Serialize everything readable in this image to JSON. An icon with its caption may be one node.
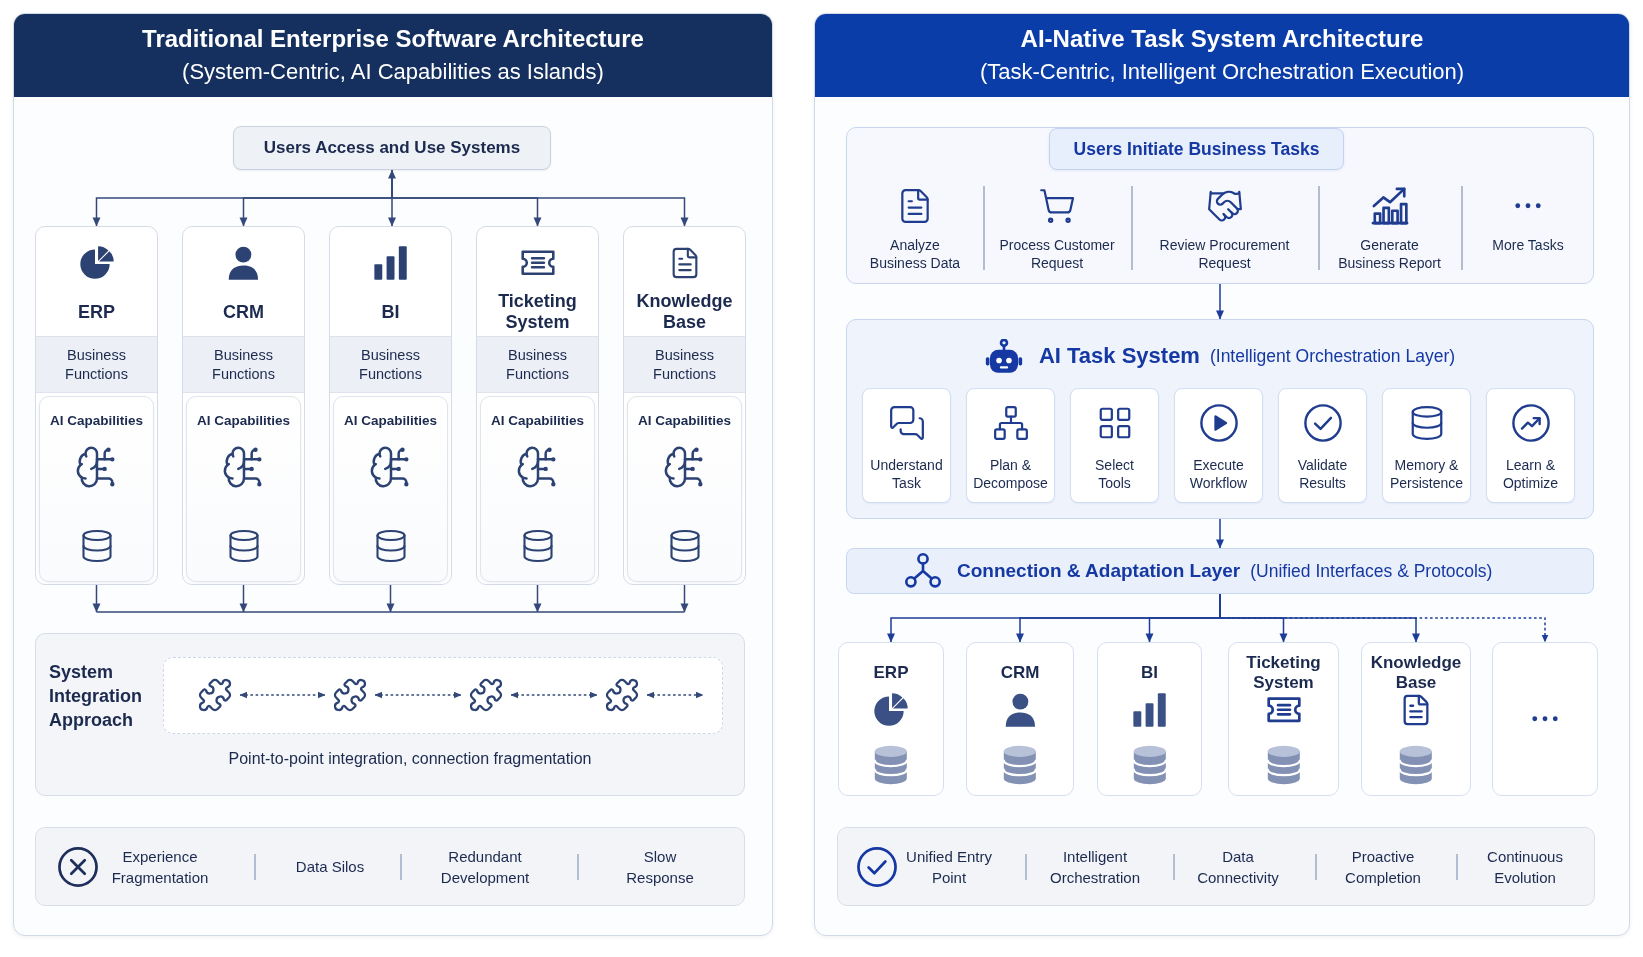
{
  "diagram": {
    "nodes": [
      {
        "text": [
          "Traditional Enterprise Software Architecture",
          "(System-Centric, AI Capabilities as Islands)"
        ]
      },
      {
        "text": [
          "Users Access and Use Systems"
        ],
        "in": 0
      },
      {
        "text": [
          "ERP"
        ],
        "in": 0
      },
      {
        "text": [
          "Business Functions"
        ],
        "in": 2
      },
      {
        "text": [
          "AI Capabilities"
        ],
        "in": 2
      },
      {
        "text": [
          "CRM"
        ],
        "in": 0
      },
      {
        "text": [
          "Business Functions"
        ],
        "in": 5
      },
      {
        "text": [
          "AI Capabilities"
        ],
        "in": 5
      },
      {
        "text": [
          "BI"
        ],
        "in": 0
      },
      {
        "text": [
          "Business Functions"
        ],
        "in": 8
      },
      {
        "text": [
          "AI Capabilities"
        ],
        "in": 8
      },
      {
        "text": [
          "Ticketing System"
        ],
        "in": 0
      },
      {
        "text": [
          "Business Functions"
        ],
        "in": 11
      },
      {
        "text": [
          "AI Capabilities"
        ],
        "in": 11
      },
      {
        "text": [
          "Knowledge Base"
        ],
        "in": 0
      },
      {
        "text": [
          "Business Functions"
        ],
        "in": 14
      },
      {
        "text": [
          "AI Capabilities"
        ],
        "in": 14
      },
      {
        "text": [
          "System Integration Approach",
          "Point-to-point integration, connection fragmentation"
        ],
        "in": 0
      },
      {
        "text": [],
        "shape": "box",
        "in": 17
      },
      {
        "text": [],
        "shape": "puzzle",
        "in": 18
      },
      {
        "text": [],
        "shape": "puzzle",
        "in": 18
      },
      {
        "text": [],
        "shape": "puzzle",
        "in": 18
      },
      {
        "text": [],
        "shape": "puzzle",
        "in": 18
      },
      {
        "text": [
          "Experience Fragmentation",
          "Data Silos",
          "Redundant Development",
          "Slow Response"
        ],
        "in": 0
      },
      {
        "text": [
          "AI-Native Task System Architecture",
          "(Task-Centric, Intelligent Orchestration Execution)"
        ]
      },
      {
        "text": [
          "Analyze Business Data",
          "Process Customer Request",
          "Review Procurement Request",
          "Generate Business Report",
          "More Tasks"
        ],
        "in": 24
      },
      {
        "text": [
          "Users Initiate Business Tasks"
        ],
        "in": 25
      },
      {
        "text": [
          "AI Task System",
          "(Intelligent Orchestration Layer)"
        ],
        "in": 24
      },
      {
        "text": [
          "Understand Task"
        ],
        "in": 27
      },
      {
        "text": [
          "Plan & Decompose"
        ],
        "in": 27
      },
      {
        "text": [
          "Select Tools"
        ],
        "in": 27
      },
      {
        "text": [
          "Execute Workflow"
        ],
        "in": 27
      },
      {
        "text": [
          "Validate Results"
        ],
        "in": 27
      },
      {
        "text": [
          "Memory & Persistence"
        ],
        "in": 27
      },
      {
        "text": [
          "Learn & Optimize"
        ],
        "in": 27
      },
      {
        "text": [
          "Connection & Adaptation Layer",
          "(Unified Interfaces & Protocols)"
        ],
        "in": 24
      },
      {
        "text": [
          "ERP"
        ],
        "in": 24
      },
      {
        "text": [
          "CRM"
        ],
        "in": 24
      },
      {
        "text": [
          "BI"
        ],
        "in": 24
      },
      {
        "text": [
          "Ticketing System"
        ],
        "in": 24
      },
      {
        "text": [
          "Knowledge Base"
        ],
        "in": 24
      },
      {
        "text": [],
        "shape": "box",
        "in": 24
      },
      {
        "text": [
          "Unified Entry Point",
          "Intelligent Orchestration",
          "Data Connectivity",
          "Proactive Completion",
          "Continuous Evolution"
        ],
        "in": 24
      }
    ],
    "edges": [
      {
        "from": 1,
        "to": 2,
        "arrow": "to"
      },
      {
        "from": 1,
        "to": 5,
        "arrow": "to"
      },
      {
        "from": 1,
        "to": 8,
        "arrow": "both"
      },
      {
        "from": 1,
        "to": 11,
        "arrow": "to"
      },
      {
        "from": 1,
        "to": 14,
        "arrow": "to"
      },
      {
        "from": 2,
        "to": 17,
        "arrow": "to"
      },
      {
        "from": 5,
        "to": 17,
        "arrow": "to"
      },
      {
        "from": 8,
        "to": 17,
        "arrow": "to"
      },
      {
        "from": 11,
        "to": 17,
        "arrow": "to"
      },
      {
        "from": 14,
        "to": 17,
        "arrow": "to"
      },
      {
        "from": 19,
        "to": 20,
        "arrow": "both",
        "style": "dashed"
      },
      {
        "from": 20,
        "to": 21,
        "arrow": "both",
        "style": "dashed"
      },
      {
        "from": 21,
        "to": 22,
        "arrow": "both",
        "style": "dashed"
      },
      {
        "from": 22,
        "to": null,
        "arrow": "both",
        "style": "dashed"
      },
      {
        "from": 25,
        "to": 27,
        "arrow": "to",
        "color": "#1d3d99"
      },
      {
        "from": 27,
        "to": 35,
        "arrow": "to",
        "color": "#1d3d99"
      },
      {
        "from": 35,
        "to": 36,
        "arrow": "to",
        "color": "#1d3d99"
      },
      {
        "from": 35,
        "to": 37,
        "arrow": "to",
        "color": "#1d3d99"
      },
      {
        "from": 35,
        "to": 38,
        "arrow": "to",
        "color": "#1d3d99"
      },
      {
        "from": 35,
        "to": 39,
        "arrow": "to",
        "color": "#1d3d99"
      },
      {
        "from": 35,
        "to": 40,
        "arrow": "to",
        "color": "#1d3d99"
      },
      {
        "from": 35,
        "to": 41,
        "arrow": "to",
        "style": "dashed",
        "color": "#1d3d99"
      }
    ]
  }
}
